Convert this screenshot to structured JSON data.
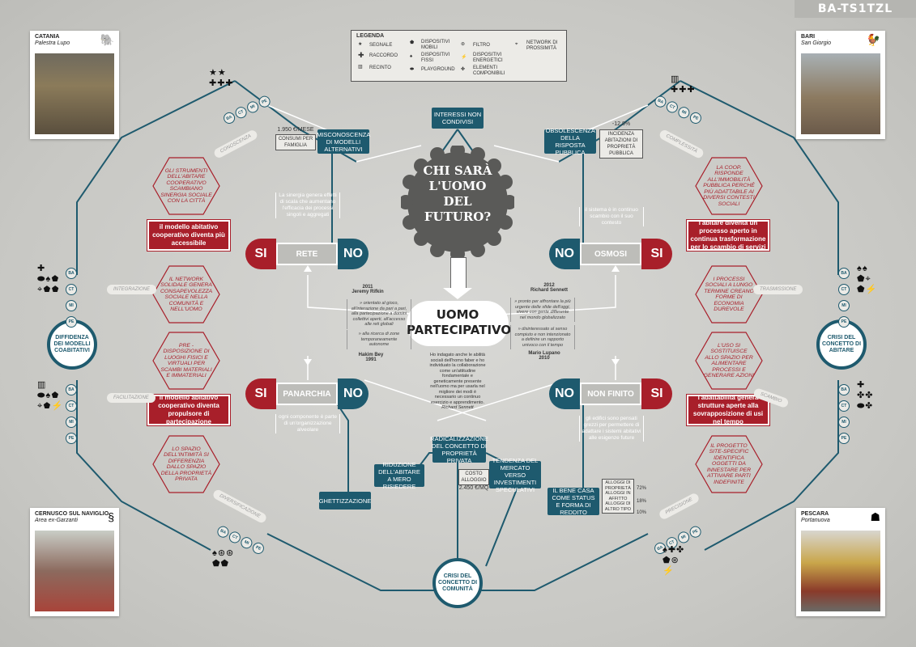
{
  "code": "BA-TS1TZL",
  "legend": {
    "title": "LEGENDA",
    "items": [
      "SEGNALE",
      "RACCORDO",
      "RECINTO",
      "DISPOSITIVI MOBILI",
      "DISPOSITIVI FISSI",
      "PLAYGROUND",
      "FILTRO",
      "DISPOSITIVI ENERGETICI",
      "ELEMENTI COMPONIBILI",
      "NETWORK DI PROSSIMITÀ"
    ]
  },
  "stamps": {
    "catania": {
      "city": "CATANIA",
      "place": "Palestra Lupo"
    },
    "bari": {
      "city": "BARI",
      "place": "San Giorgio"
    },
    "cernusco": {
      "city": "CERNUSCO SUL NAVIGLIO",
      "place": "Area ex-Garzanti"
    },
    "pescara": {
      "city": "PESCARA",
      "place": "Portanuova"
    }
  },
  "center": {
    "question": "CHI SARÀ L'UOMO DEL FUTURO?",
    "answer": "UOMO PARTECIPATIVO",
    "quote": "Ho indagato anche le abilità sociali dell'homo faber e ho individuato la collaborazione come un'attitudine fondamentale e geneticamente presente nell'uomo ma per usarla nel migliore dei modi è necessario un continuo esercizio e apprendimento.",
    "quote_author": "Richard Sennett"
  },
  "authors": {
    "rifkin": {
      "year": "2011",
      "name": "Jeremy Rifkin"
    },
    "sennett": {
      "year": "2012",
      "name": "Richard Sennett"
    },
    "bey": {
      "name": "Hakim Bey",
      "year": "1991"
    },
    "lupano": {
      "name": "Mario Lupano",
      "year": "2010"
    }
  },
  "quotes": {
    "q1": "» orientato al gioco, all'interazione da pari a pari, alla partecipazione a domini collettivi aperti, all'accesso alle reti globali",
    "q2": "» alla ricerca di zone temporaneamente autonome",
    "q3": "» pronto per affrontare la più urgente delle sfide dell'oggi, vivere con gente differente nel mondo globalizzato",
    "q4": "» disinteressato al senso compiuto e non intenzionato a definire un rapporto univoco con il tempo"
  },
  "pills": {
    "rete": {
      "si": "SI",
      "mid": "RETE",
      "no": "NO",
      "note": "La sinergia genera effetti di scala che aumentano l'efficacia dei processi singoli e aggregati"
    },
    "osmosi": {
      "no": "NO",
      "mid": "OSMOSI",
      "si": "SI",
      "note": "il sistema è in continuo scambio con il suo contesto"
    },
    "panarchia": {
      "si": "SI",
      "mid": "PANARCHIA",
      "no": "NO",
      "note": "ogni componente è parte di un'organizzazione alveolare"
    },
    "nonfinito": {
      "no": "NO",
      "mid": "NON FINITO",
      "si": "SI",
      "note": "gli edifici sono pensati grezzi per permettere di adattare i sistemi abitativi alle esigenze future"
    }
  },
  "blue": {
    "interessi": "INTERESSI NON CONDIVISI",
    "misconoscenza": "MISCONOSCENZA DI MODELLI ALTERNATIVI",
    "price1": "1.950 €/MESE",
    "consumi": "CONSUMI PER FAMIGLIA",
    "obsolescenza": "OBSOLESCENZA DELLA RISPOSTA PUBBLICA",
    "pct1": "-12,8%",
    "incidenza": "INCIDENZA ABITAZIONI DI PROPRIETÀ PUBBLICA",
    "radicalizzazione": "RADICALIZZAZIONE DEL CONCETTO DI PROPRIETÀ PRIVATA",
    "riduzione": "RIDUZIONE DELL'ABITARE A MERO RISIEDERE",
    "costo": "COSTO ALLOGGIO",
    "price2": "2.450 €/MQ",
    "tendenza": "TENDENZA DEL MERCATO VERSO INVESTIMENTI SPECULATIVI",
    "ghettizzazione": "GHETTIZZAZIONE",
    "benecasa": "IL BENE CASA COME STATUS E FORMA DI REDDITO",
    "alloggi": [
      "ALLOGGI DI PROPRIETÀ",
      "ALLOGGI IN AFFITTO",
      "ALLOGGI DI ALTRO TIPO"
    ],
    "alloggi_pct": [
      "72%",
      "18%",
      "10%"
    ]
  },
  "red": {
    "r1": "il modello abitativo cooperativo diventa più accessibile",
    "r2": "l'abitare diventa un processo aperto in continua trasformazione per lo scambio di servizi",
    "r3": "il modello abitativo cooperativo diventa propulsore di partecipazione",
    "r4": "l'adattabilità genera strutture aperte alla sovrapposizione di usi nel tempo"
  },
  "hex": {
    "h1": "GLI STRUMENTI DELL'ABITARE COOPERATIVO SCAMBIANO SINERGIA SOCIALE CON LA CITTÀ",
    "h2": "IL NETWORK SOLIDALE GENERA CONSAPEVOLEZZA SOCIALE NELLA COMUNITÀ E NELL'UOMO",
    "h3": "LA COOP. RISPONDE ALL'IMMOBILITÀ PUBBLICA PERCHÉ PIÙ ADATTABILE AI DIVERSI CONTESTI SOCIALI",
    "h4": "I PROCESSI SOCIALI A LUNGO TERMINE CREANO FORME DI ECONOMIA DUREVOLE",
    "h5": "PRE - DISPOSIZIONE DI LUOGHI FISICI E VIRTUALI PER SCAMBI MATERIALI E IMMATERIALI",
    "h6": "LO SPAZIO DELL'INTIMITÀ SI DIFFERENZIA DALLO SPAZIO DELLA PROPRIETÀ PRIVATA",
    "h7": "L'USO SI SOSTITUISCE ALLO SPAZIO PER ALIMENTARE PROCESSI E GENERARE AZIONI",
    "h8": "IL PROGETTO SITE-SPECIFIC IDENTIFICA OGGETTI DA INNESTARE PER ATTIVARE PARTI INDEFINITE"
  },
  "circles": {
    "diffidenza": "DIFFIDENZA DEI MODELLI COABITATIVI",
    "crisi_abitare": "CRISI DEL CONCETTO DI ABITARE",
    "crisi_comunita": "CRISI DEL CONCETTO DI COMUNITÀ"
  },
  "tags": {
    "conoscenza": "CONOSCENZA",
    "complessita": "COMPLESSITÀ",
    "integrazione": "INTEGRAZIONE",
    "trasmissione": "TRASMISSIONE",
    "facilitazione": "FACILITAZIONE",
    "scambio": "SCAMBIO",
    "diversificazione": "DIVERSIFICAZIONE",
    "precisione": "PRECISIONE"
  },
  "badges": [
    "BA",
    "CT",
    "MI",
    "PE"
  ]
}
